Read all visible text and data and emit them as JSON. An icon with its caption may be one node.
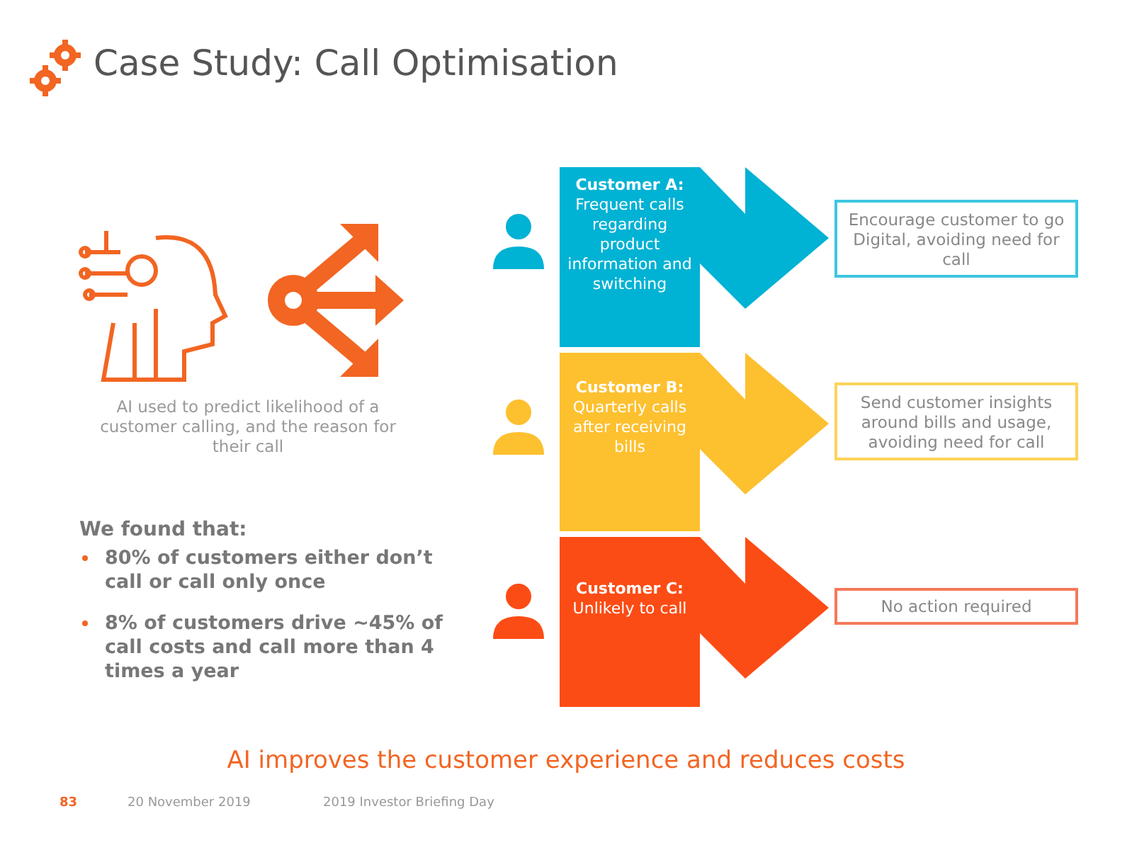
{
  "diagram": {
    "title": "Case Study: Call Optimisation",
    "caption": "AI improves the customer experience and reduces costs",
    "nodes": [
      {
        "text": [
          "Customer A:",
          "Frequent calls regarding product information and switching"
        ]
      },
      {
        "text": [
          "Encourage customer to go Digital, avoiding need for call"
        ]
      },
      {
        "text": [
          "Customer B:",
          "Quarterly calls after receiving bills"
        ]
      },
      {
        "text": [
          "Send customer insights around bills and usage, avoiding need for call"
        ]
      },
      {
        "text": [
          "Customer C:",
          "Unlikely to call"
        ]
      },
      {
        "text": [
          "No action required"
        ]
      }
    ],
    "labels": [
      "AI used to predict likelihood of a customer calling, and the reason for their call",
      "We found that:",
      "80% of customers either don’t call or call only once",
      "8% of customers drive ~45% of call costs and call more than 4 times a year",
      "83",
      "20 November 2019",
      "2019 Investor Briefing Day"
    ]
  }
}
